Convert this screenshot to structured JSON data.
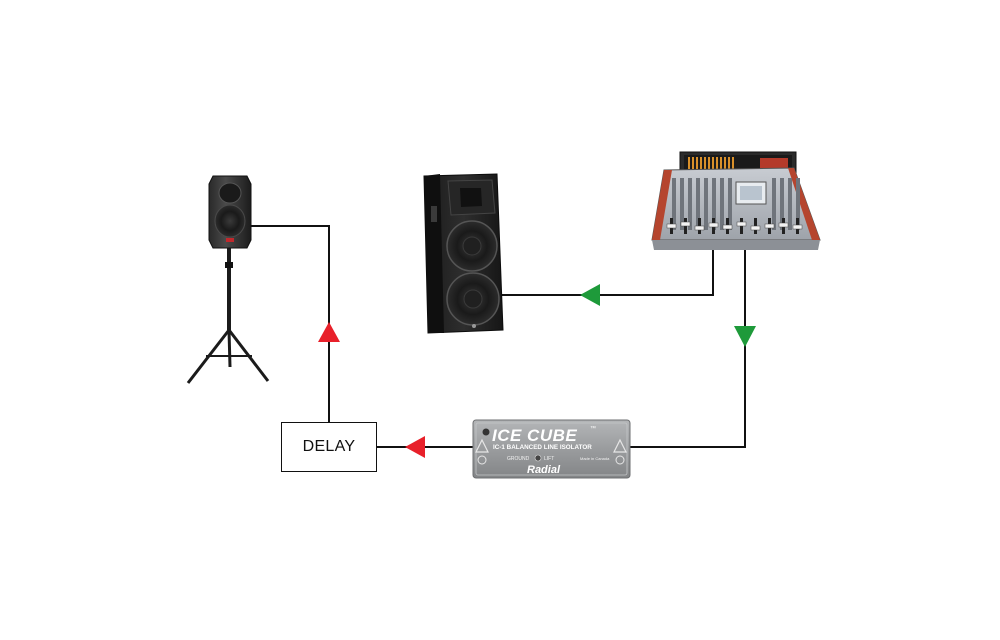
{
  "delay": {
    "label": "DELAY"
  },
  "isolator": {
    "brand": "ICE CUBE",
    "trademark": "™",
    "model": "IC-1 BALANCED LINE ISOLATOR",
    "switch_left": "GROUND",
    "switch_right": "LIFT",
    "origin": "Made in Canada",
    "maker": "Radial"
  },
  "colors": {
    "line": "#111111",
    "arrow_red": "#e8202a",
    "arrow_green": "#1e9a3a",
    "isolator_body": "#9a9c9e",
    "mixer_trim": "#b5452e"
  },
  "icons": [
    "pa-speaker-on-stand-icon",
    "floor-speaker-cabinet-icon",
    "mixing-console-icon",
    "line-isolator-icon",
    "signal-arrow-icon"
  ]
}
